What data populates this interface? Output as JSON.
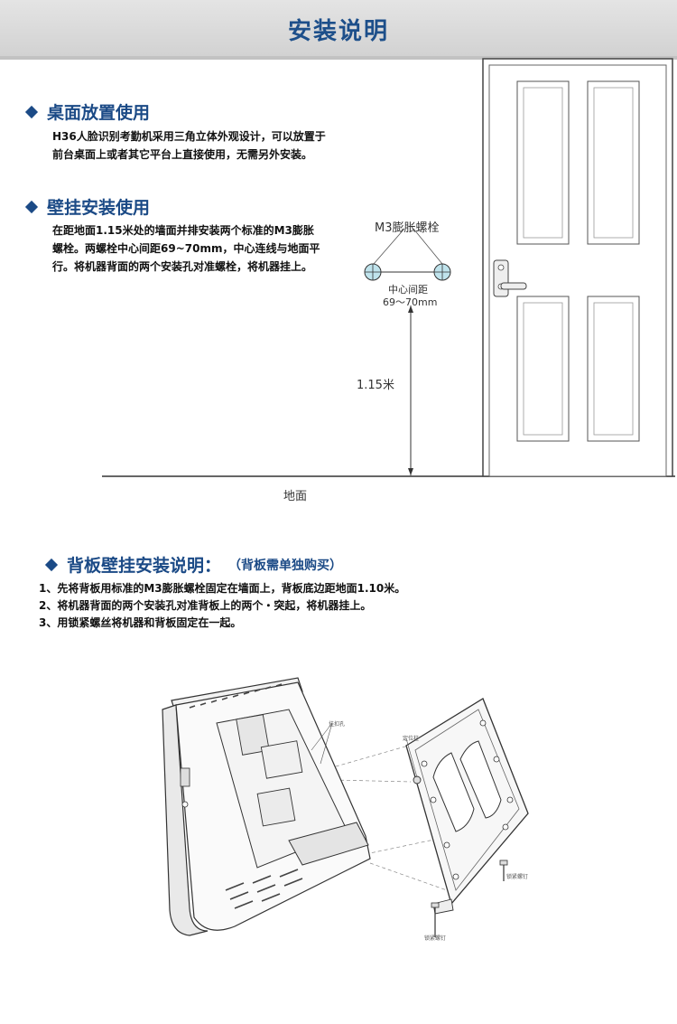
{
  "header": {
    "title": "安装说明"
  },
  "desk": {
    "title": "桌面放置使用",
    "lines": [
      "H36人脸识别考勤机采用三角立体外观设计，可以放置于",
      "前台桌面上或者其它平台上直接使用，无需另外安装。"
    ]
  },
  "wall": {
    "title": "壁挂安装使用",
    "lines": [
      "在距地面1.15米处的墙面并排安装两个标准的M3膨胀",
      "螺栓。两螺栓中心间距69~70mm，中心连线与地面平",
      "行。将机器背面的两个安装孔对准螺栓，将机器挂上。"
    ]
  },
  "diagram": {
    "bolt_label": "M3膨胀螺栓",
    "spacing_label": "中心间距",
    "spacing_value": "69～70mm",
    "height_label": "1.15米",
    "ground_label": "地面"
  },
  "backplate": {
    "title": "背板壁挂安装说明：",
    "note": "（背板需单独购买）",
    "steps": [
      "1、先将背板用标准的M3膨胀螺栓固定在墙面上，背板底边距地面1.10米。",
      "2、将机器背面的两个安装孔对准背板上的两个・突起，将机器挂上。",
      "3、用锁紧螺丝将机器和背板固定在一起。"
    ]
  },
  "device_diagram": {
    "label_mount_hole": "挂扣孔",
    "label_peg": "定位柱",
    "label_screw_a": "锁紧螺钉",
    "label_screw_b": "锁紧螺钉"
  },
  "colors": {
    "accent": "#1b4a86",
    "bolt": "#bfe3ec"
  }
}
